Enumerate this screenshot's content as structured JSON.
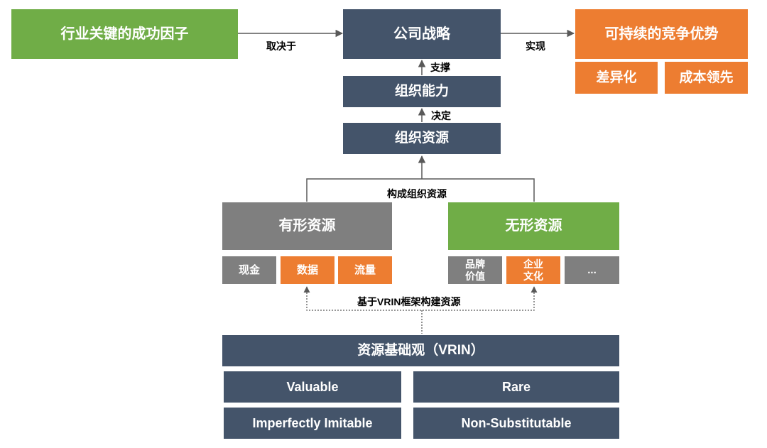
{
  "top": {
    "industry_kfs": "行业关键的成功因子",
    "strategy": "公司战略",
    "sustainable_advantage": "可持续的竞争优势",
    "differentiation": "差异化",
    "cost_leadership": "成本领先"
  },
  "arrow_labels": {
    "depends_on": "取决于",
    "realize": "实现",
    "support": "支撑",
    "determine": "决定",
    "compose": "构成组织资源",
    "vrin_build": "基于VRIN框架构建资源"
  },
  "org": {
    "capability": "组织能力",
    "resources": "组织资源"
  },
  "tangible": {
    "title": "有形资源",
    "items": [
      "现金",
      "数据",
      "流量"
    ]
  },
  "intangible": {
    "title": "无形资源",
    "items": [
      "品牌\n价值",
      "企业\n文化",
      "..."
    ]
  },
  "vrin": {
    "title": "资源基础观（VRIN）",
    "items": [
      "Valuable",
      "Rare",
      "Imperfectly Imitable",
      "Non-Substitutable"
    ]
  },
  "colors": {
    "green": "#70ad47",
    "navy": "#44546a",
    "orange": "#ed7d31",
    "gray": "#7f7f7f"
  }
}
